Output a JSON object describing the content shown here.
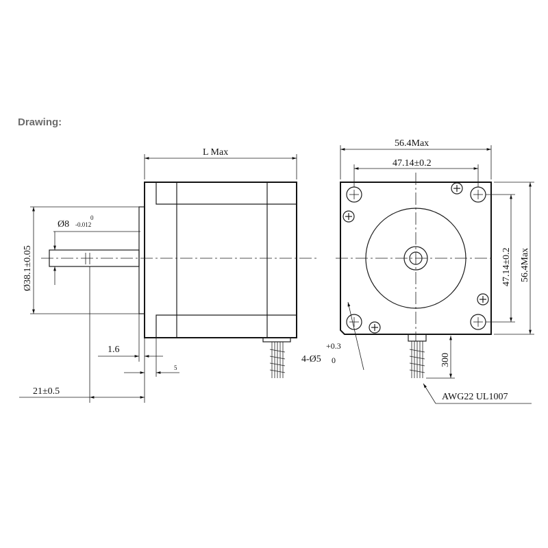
{
  "heading": "Drawing:",
  "side_view": {
    "length": "L Max",
    "body_dia": "Ø38.1±0.05",
    "shaft_dia": "Ø8",
    "shaft_tol_upper": "0",
    "shaft_tol_lower": "-0.012",
    "flange_thickness": "1.6",
    "boss_length": "5",
    "shaft_length": "21±0.5"
  },
  "front_view": {
    "width": "56.4Max",
    "hole_spacing_h": "47.14±0.2",
    "hole_spacing_v": "47.14±0.2",
    "height": "56.4Max",
    "holes": "4-Ø5",
    "holes_tol_upper": "+0.3",
    "holes_tol_lower": "0",
    "lead_length": "300",
    "wire_spec": "AWG22 UL1007"
  }
}
